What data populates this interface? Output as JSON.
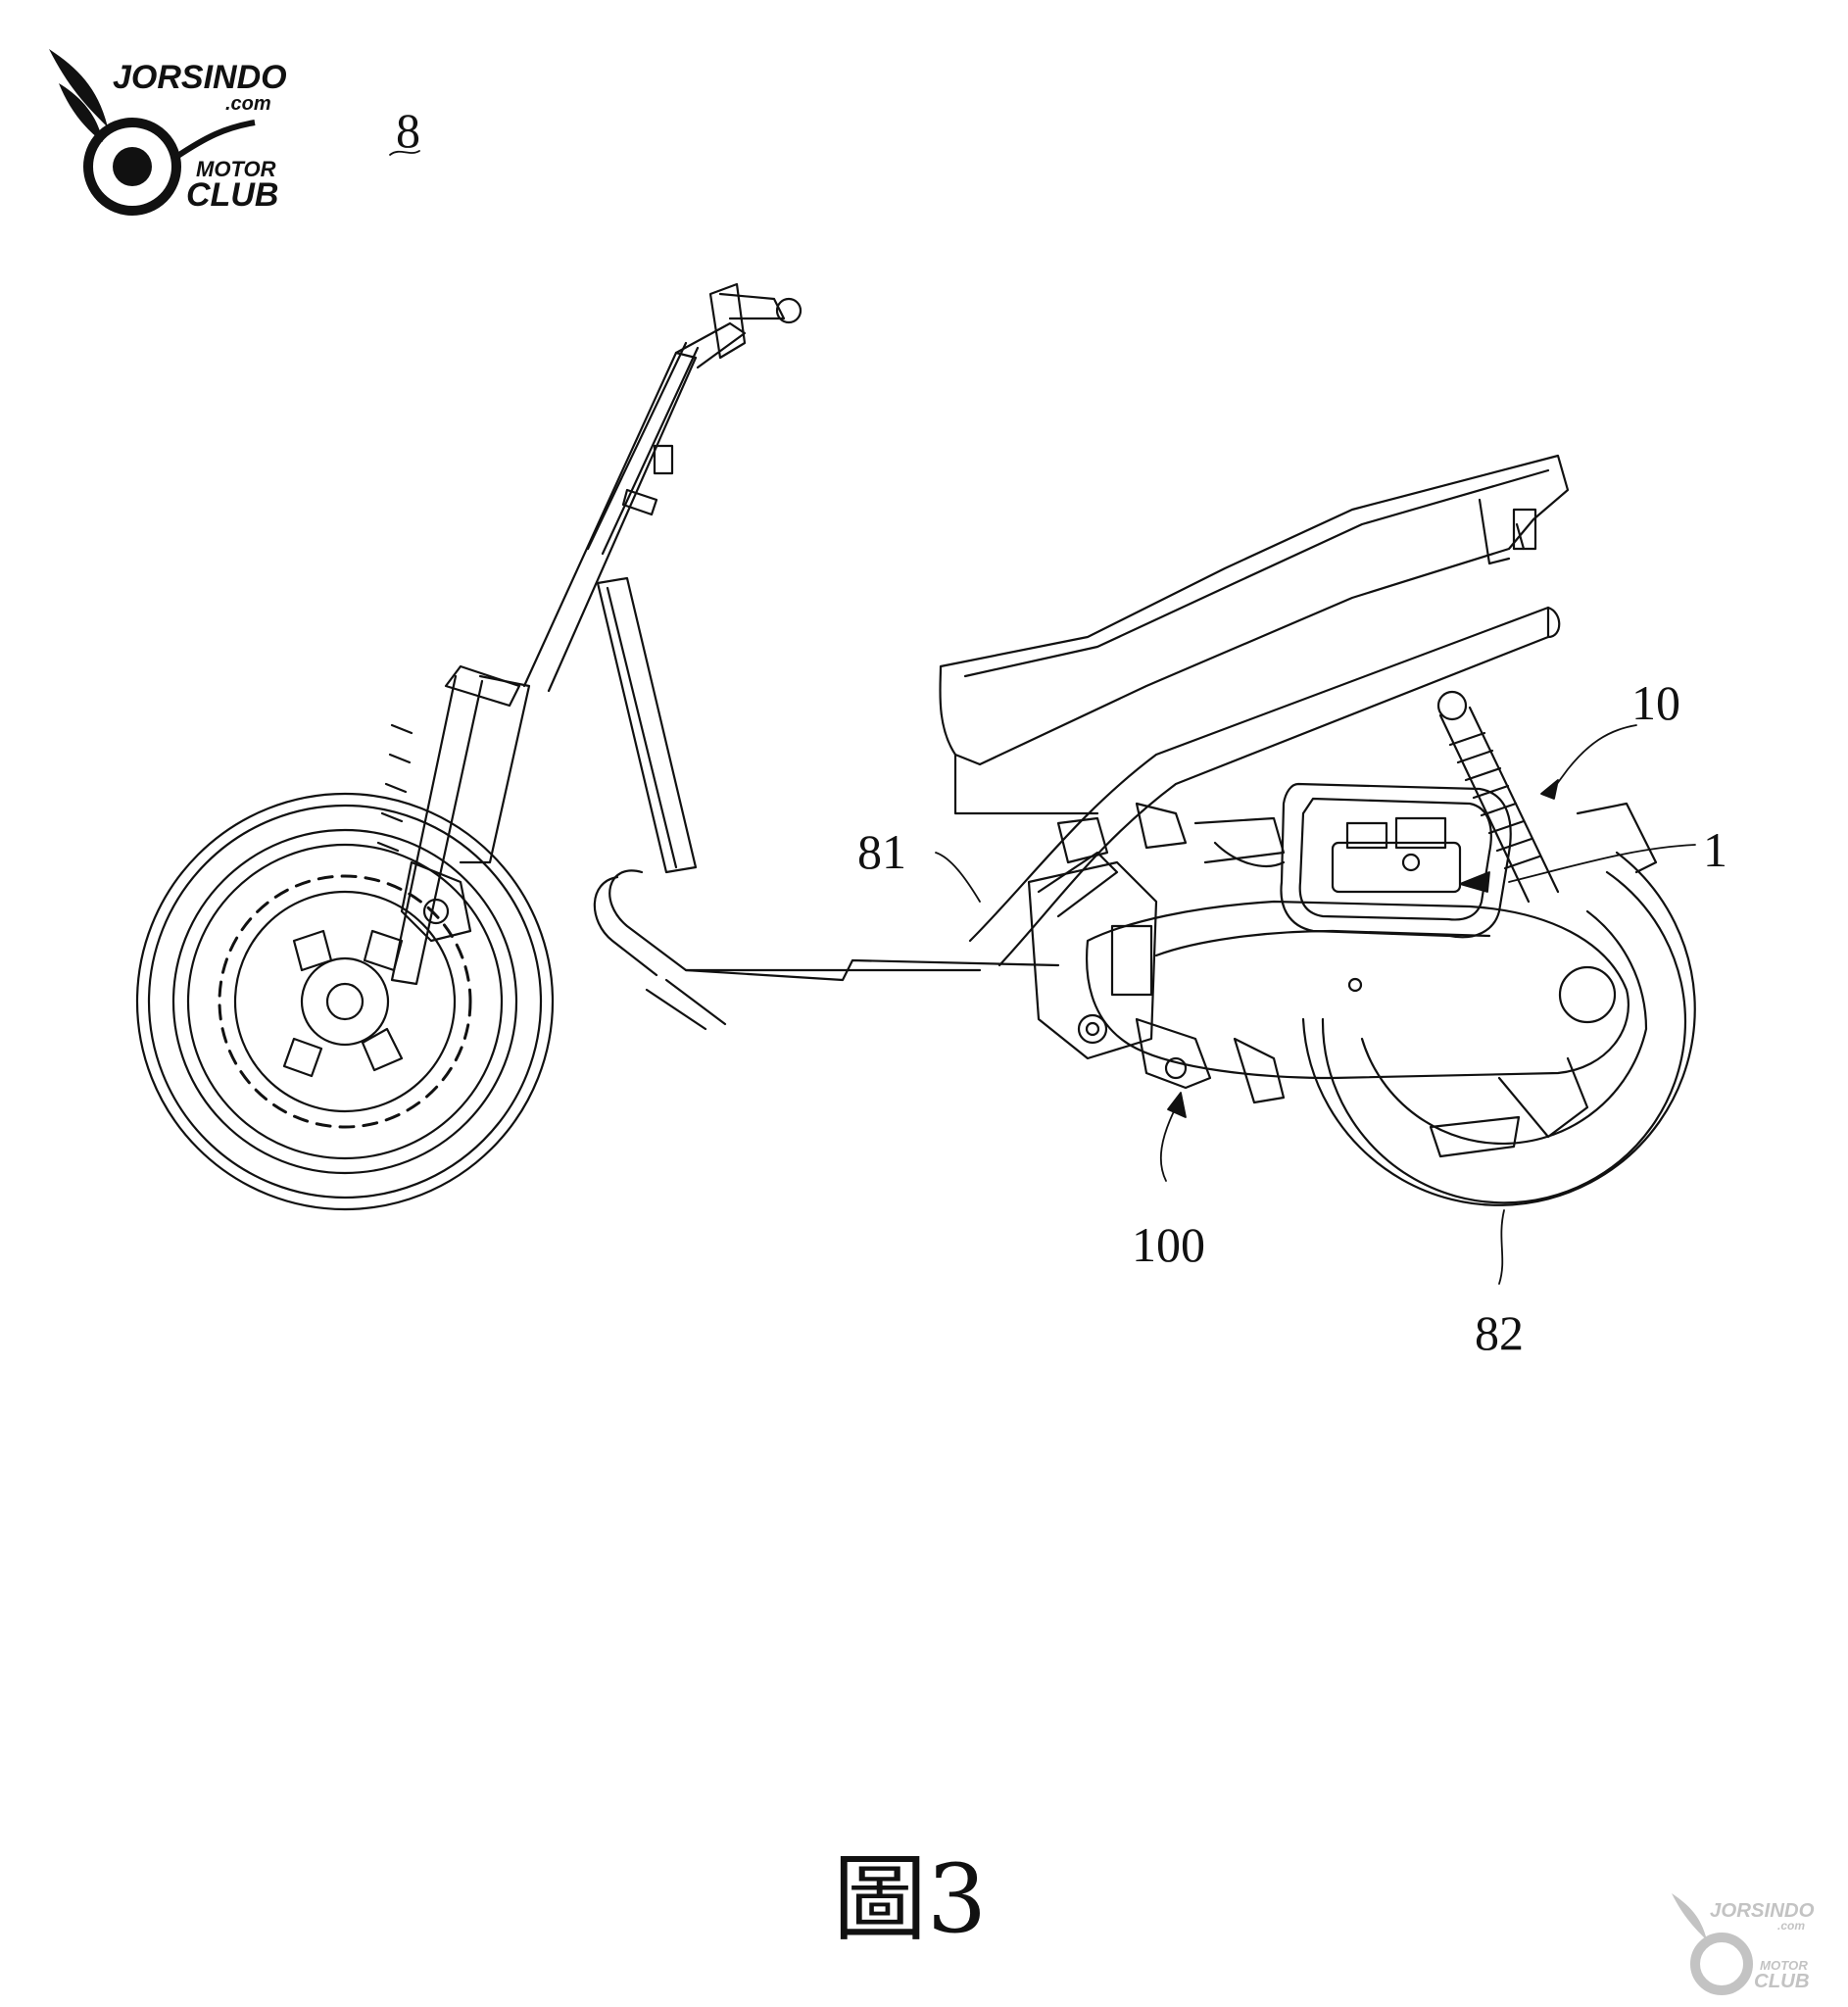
{
  "figure": {
    "caption": "圖3",
    "figure_number": "8",
    "reference_numerals": {
      "r10": "10",
      "r1": "1",
      "r81": "81",
      "r100": "100",
      "r82": "82"
    }
  },
  "watermark": {
    "brand": "JORSINDO",
    "domain": ".com",
    "line1": "MOTOR",
    "line2": "CLUB"
  },
  "colors": {
    "ink": "#111111",
    "paper": "#ffffff"
  }
}
